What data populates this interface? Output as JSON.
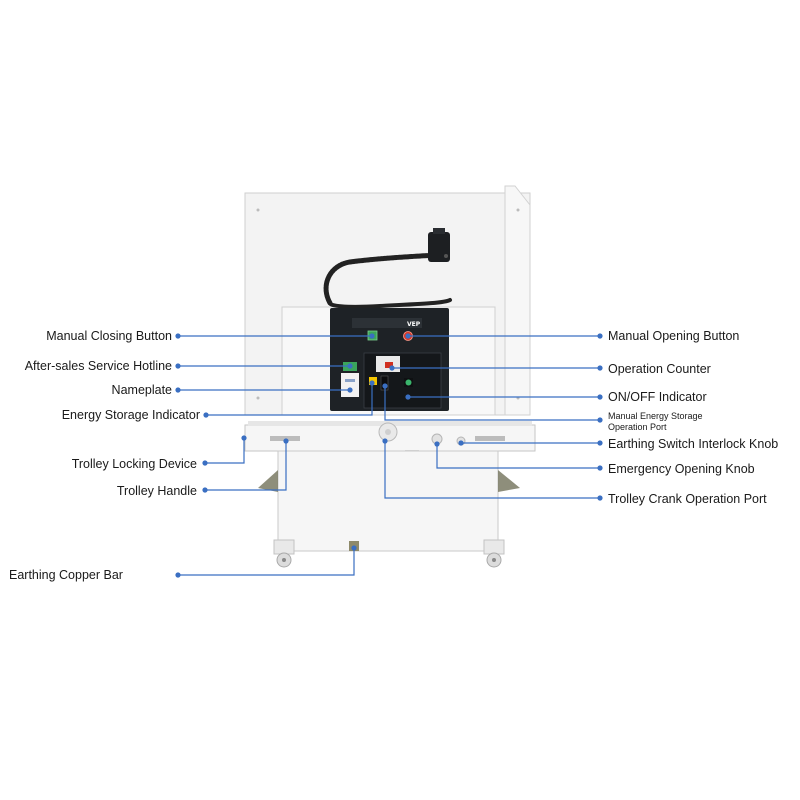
{
  "panel": {
    "brand_text": "VEP"
  },
  "callouts": {
    "manual_closing_button": "Manual Closing Button",
    "after_sales_hotline": "After-sales Service Hotline",
    "nameplate": "Nameplate",
    "energy_storage_indicator": "Energy Storage Indicator",
    "trolley_locking_device": "Trolley Locking Device",
    "trolley_handle": "Trolley Handle",
    "earthing_copper_bar": "Earthing Copper Bar",
    "manual_opening_button": "Manual Opening Button",
    "operation_counter": "Operation Counter",
    "on_off_indicator": "ON/OFF Indicator",
    "manual_energy_storage_port": "Manual Energy Storage Operation Port",
    "earthing_switch_interlock_knob": "Earthing Switch Interlock Knob",
    "emergency_opening_knob": "Emergency Opening Knob",
    "trolley_crank_port": "Trolley Crank Operation Port"
  },
  "colors": {
    "leader_line": "#3a6fc2",
    "panel_dark": "#1e2226",
    "body_white": "#f4f4f4",
    "edge_gray": "#c9c9c9",
    "closing_button": "#3aa55c",
    "opening_button": "#d83a2a",
    "indicator_yellow": "#f3c500"
  }
}
